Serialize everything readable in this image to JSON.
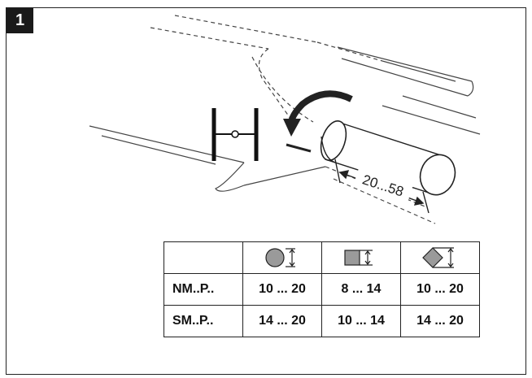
{
  "step": {
    "number": "1"
  },
  "dimension": {
    "label": "20...58"
  },
  "table": {
    "headers": [
      {
        "icon": "round-shaft-icon"
      },
      {
        "icon": "square-shaft-icon"
      },
      {
        "icon": "diamond-shaft-icon"
      }
    ],
    "rows": [
      {
        "label": "NM..P..",
        "values": [
          "10 ... 20",
          "8 ... 14",
          "10 ... 20"
        ]
      },
      {
        "label": "SM..P..",
        "values": [
          "14 ... 20",
          "10 ... 14",
          "14 ... 20"
        ]
      }
    ]
  }
}
